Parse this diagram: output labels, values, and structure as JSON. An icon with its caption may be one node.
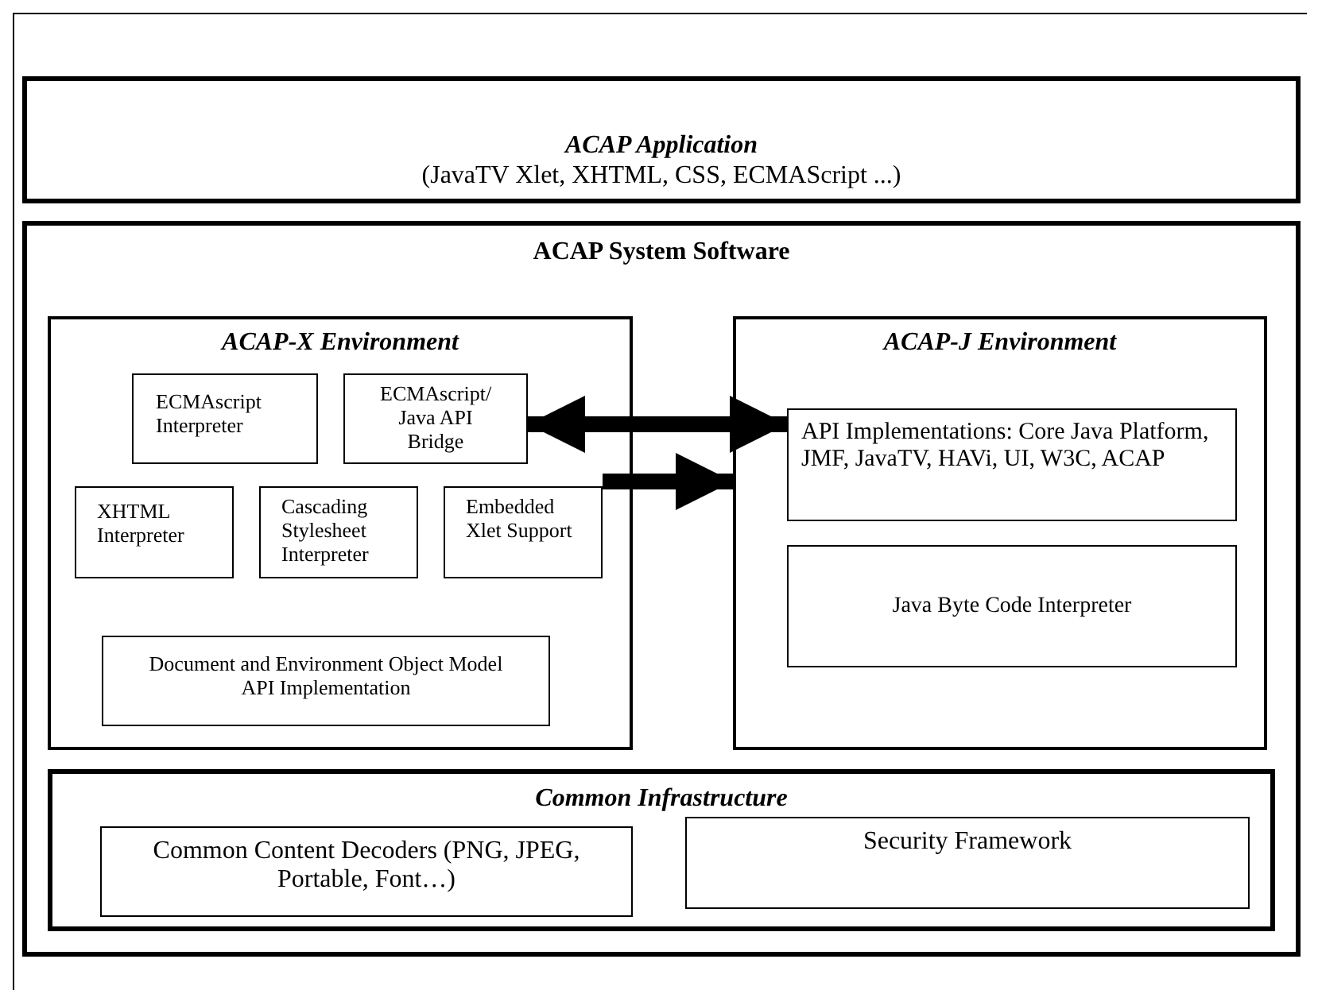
{
  "diagram": {
    "nodes": [
      {
        "text": [
          "ACAP Application",
          "(JavaTV Xlet, XHTML, CSS, ECMAScript ...)"
        ]
      },
      {
        "text": [
          "ACAP System Software"
        ]
      },
      {
        "text": [
          "ACAP-X Environment"
        ],
        "in": 1
      },
      {
        "text": [
          "ECMAscript Interpreter"
        ],
        "in": 2
      },
      {
        "text": [
          "ECMAscript/ Java API Bridge"
        ],
        "in": 2
      },
      {
        "text": [
          "XHTML Interpreter"
        ],
        "in": 2
      },
      {
        "text": [
          "Cascading Stylesheet Interpreter"
        ],
        "in": 2
      },
      {
        "text": [
          "Embedded Xlet Support"
        ],
        "in": 2
      },
      {
        "text": [
          "Document and Environment Object Model API Implementation"
        ],
        "in": 2
      },
      {
        "text": [
          "ACAP-J Environment"
        ],
        "in": 1
      },
      {
        "text": [
          "API Implementations: Core Java Platform, JMF, JavaTV, HAVi, UI, W3C, ACAP"
        ],
        "in": 9
      },
      {
        "text": [
          "Java Byte Code Interpreter"
        ],
        "in": 9
      },
      {
        "text": [
          "Common Infrastructure"
        ],
        "in": 1
      },
      {
        "text": [
          "Common Content Decoders (PNG, JPEG, Portable, Font…)"
        ],
        "in": 12
      },
      {
        "text": [
          "Security Framework"
        ],
        "in": 12
      }
    ],
    "edges": [
      {
        "from": 4,
        "to": 10,
        "arrow": "both"
      },
      {
        "from": 7,
        "to": 9,
        "arrow": "to"
      }
    ]
  }
}
